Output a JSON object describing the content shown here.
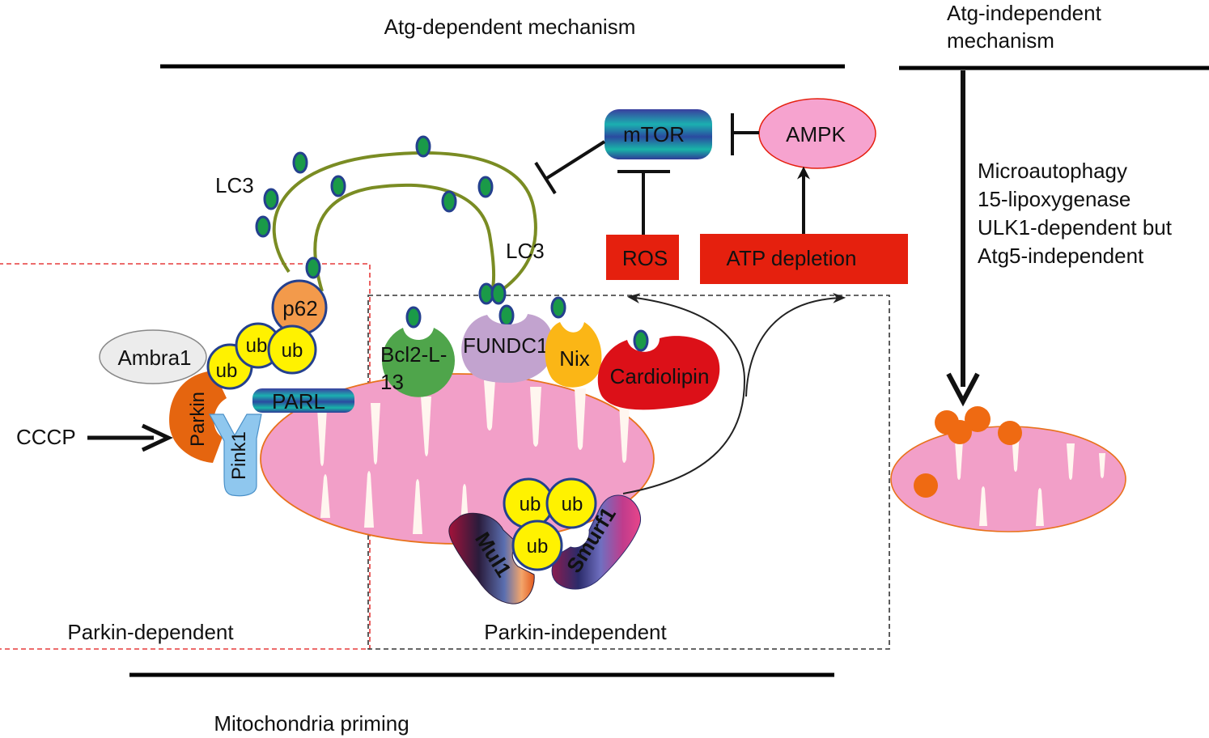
{
  "headers": {
    "atg_dependent": "Atg-dependent mechanism",
    "atg_independent_line1": "Atg-independent",
    "atg_independent_line2": "mechanism",
    "mito_priming": "Mitochondria priming"
  },
  "regions": {
    "parkin_dependent": "Parkin-dependent",
    "parkin_independent": "Parkin-independent"
  },
  "labels": {
    "lc3_left": "LC3",
    "lc3_right": "LC3",
    "mtor": "mTOR",
    "ampk": "AMPK",
    "ros": "ROS",
    "atp_depletion": "ATP depletion",
    "p62": "p62",
    "ub": "ub",
    "ambra1": "Ambra1",
    "parkin": "Parkin",
    "pink1": "Pink1",
    "parl": "PARL",
    "cccp": "CCCP",
    "bcl2l13_line1": "Bcl2-L-",
    "bcl2l13_line2": "13",
    "fundc1": "FUNDC1",
    "nix": "Nix",
    "cardiolipin": "Cardiolipin",
    "mul1": "Mul1",
    "smurf1": "Smurf1"
  },
  "atg_independent_list": [
    "Microautophagy",
    "15-lipoxygenase",
    "ULK1-dependent but",
    "Atg5-independent"
  ],
  "colors": {
    "mito_fill": "#f29fc8",
    "mito_stroke": "#e8721c",
    "lc3_green": "#1a9a48",
    "lc3_ring": "#24408e",
    "membrane": "#7a8c23",
    "red_box": "#e5200e",
    "ampk_fill": "#f6a3cf",
    "p62_fill": "#f39a4b",
    "ub_fill": "#fff200",
    "parkin_fill": "#e5650f",
    "pink1_fill": "#8fc7ee",
    "bcl2_fill": "#4fa54b",
    "fundc1_fill": "#c2a3cf",
    "nix_fill": "#fbb616",
    "cardiolipin_fill": "#dc1018",
    "dot_orange": "#ef6a12",
    "dashed_red": "#e63b3b"
  }
}
